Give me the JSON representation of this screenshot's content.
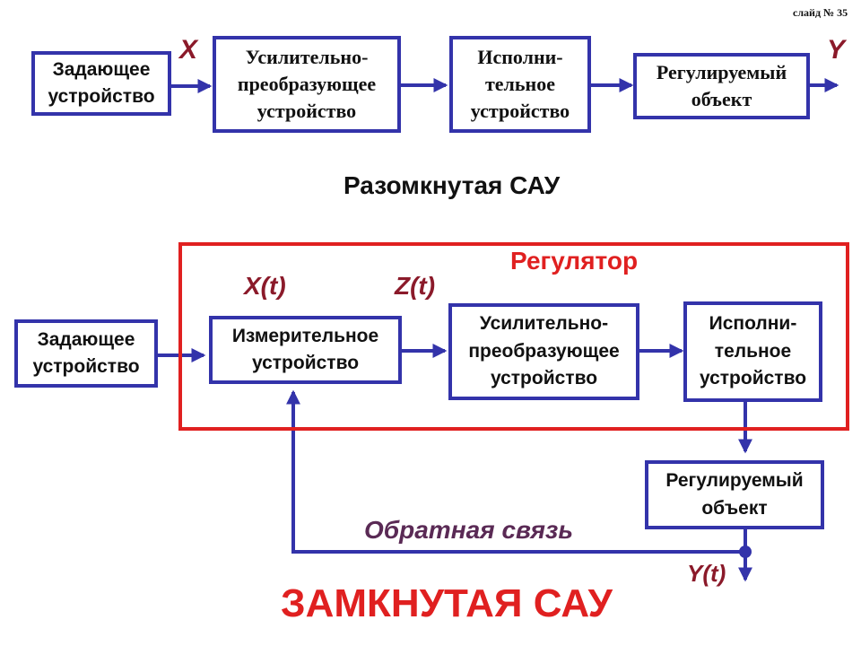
{
  "slide_number": "слайд № 35",
  "open_loop": {
    "title": "Разомкнутая САУ",
    "input_label": "X",
    "output_label": "Y",
    "blocks": {
      "setter": "Задающее\nустройство",
      "amplifier": "Усилительно-\nпреобразующее\nустройство",
      "actuator": "Исполни-\nтельное\nустройство",
      "object": "Регулируемый\nобъект"
    }
  },
  "closed_loop": {
    "title": "ЗАМКНУТАЯ САУ",
    "regulator_label": "Регулятор",
    "x_label": "X(t)",
    "z_label": "Z(t)",
    "y_label": "Y(t)",
    "feedback_label": "Обратная связь",
    "blocks": {
      "setter": "Задающее\nустройство",
      "measuring": "Измерительное\nустройство",
      "amplifier": "Усилительно-\nпреобразующее\nустройство",
      "actuator": "Исполни-\nтельное\nустройство",
      "object": "Регулируемый\nобъект"
    }
  },
  "colors": {
    "block_border": "#3333aa",
    "arrow": "#3333aa",
    "regulator_frame": "#e02020",
    "closed_title": "#e02020",
    "variable_labels": "#8b1a2a"
  }
}
